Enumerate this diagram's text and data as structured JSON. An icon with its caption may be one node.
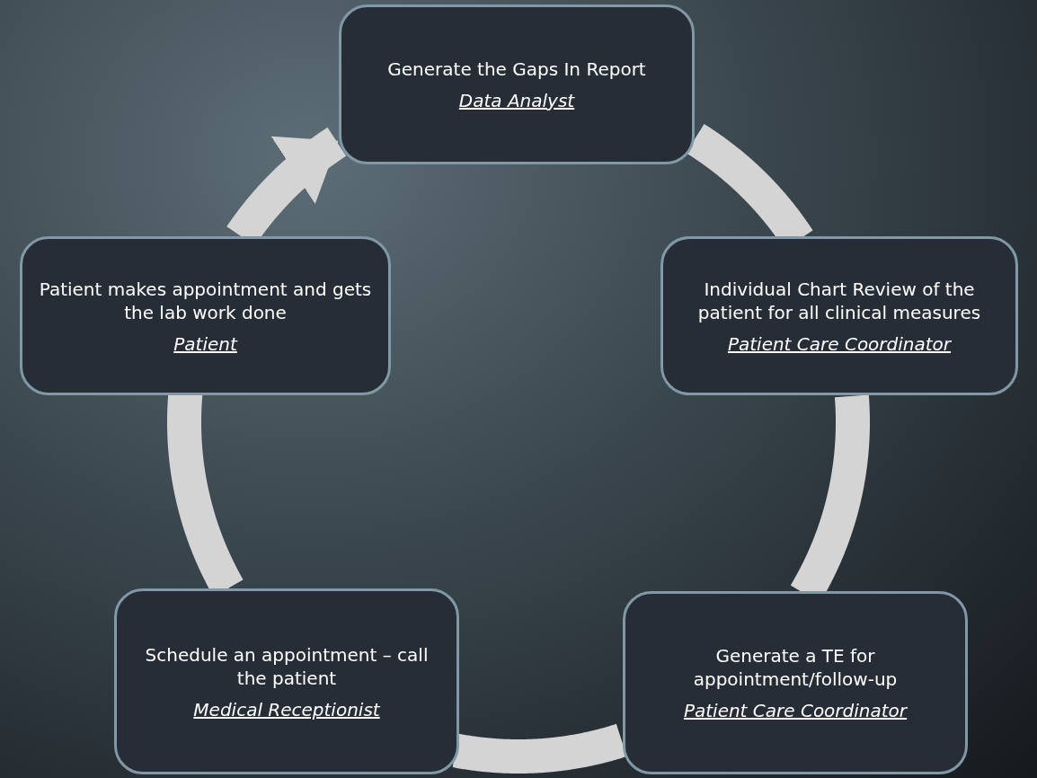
{
  "diagram": {
    "nodes": [
      {
        "text": [
          "Generate the Gaps In Report",
          "Data Analyst"
        ]
      },
      {
        "text": [
          "Individual Chart Review of the patient for all clinical measures",
          "Patient Care Coordinator"
        ]
      },
      {
        "text": [
          "Generate a TE for appointment/follow-up",
          "Patient Care Coordinator"
        ]
      },
      {
        "text": [
          "Schedule an appointment – call the patient",
          "Medical Receptionist"
        ]
      },
      {
        "text": [
          "Patient makes appointment and gets the lab work done",
          "Patient"
        ]
      }
    ],
    "edges": [
      {
        "from": 0,
        "to": 1,
        "arrow": "none"
      },
      {
        "from": 1,
        "to": 2,
        "arrow": "none"
      },
      {
        "from": 2,
        "to": 3,
        "arrow": "none"
      },
      {
        "from": 3,
        "to": 4,
        "arrow": "none"
      },
      {
        "from": 4,
        "to": 0,
        "arrow": "to"
      }
    ]
  }
}
